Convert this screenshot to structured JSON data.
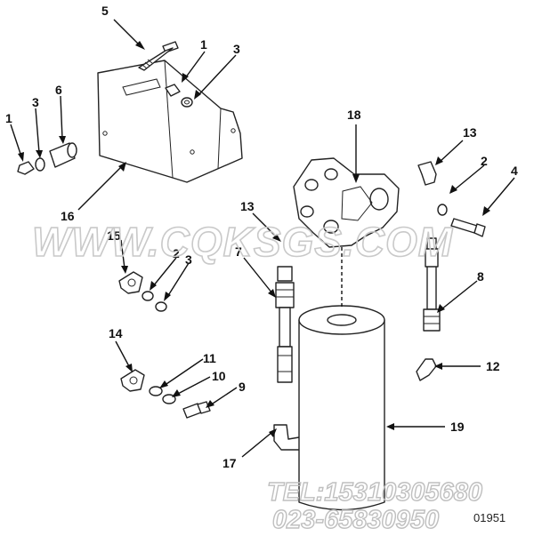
{
  "callouts": {
    "c1a": "1",
    "c1b": "1",
    "c2a": "2",
    "c2b": "2",
    "c3a": "3",
    "c3b": "3",
    "c3c": "3",
    "c4": "4",
    "c5": "5",
    "c6": "6",
    "c7": "7",
    "c8": "8",
    "c9": "9",
    "c10": "10",
    "c11": "11",
    "c12": "12",
    "c13a": "13",
    "c13b": "13",
    "c14": "14",
    "c15": "15",
    "c16": "16",
    "c17": "17",
    "c18": "18",
    "c19": "19"
  },
  "watermark": {
    "site": "WWW.CQKSGS.COM"
  },
  "contact": {
    "tel": "TEL:15310305680",
    "phone": "023-65830950"
  },
  "drawing_id": "01951"
}
